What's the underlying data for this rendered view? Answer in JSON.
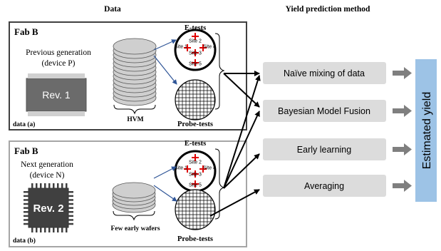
{
  "headers": {
    "data": "Data",
    "method": "Yield prediction method"
  },
  "panel_a": {
    "fab": "Fab B",
    "generation_line1": "Previous generation",
    "generation_line2": "(device P)",
    "chip": "Rev. 1",
    "wafers": "HVM",
    "etests": "E-tests",
    "probetests": "Probe-tests",
    "data_label": "data (a)"
  },
  "panel_b": {
    "fab": "Fab B",
    "generation_line1": "Next generation",
    "generation_line2": "(device N)",
    "chip": "Rev. 2",
    "wafers": "Few early wafers",
    "etests": "E-tests",
    "probetests": "Probe-tests",
    "data_label": "data (b)"
  },
  "sites": [
    "Site 2",
    "Site 1",
    "Site 4",
    "Site 3",
    "Site 5"
  ],
  "methods": [
    "Naïve mixing of data",
    "Bayesian Model Fusion",
    "Early learning",
    "Averaging"
  ],
  "output": "Estimated yield",
  "colors": {
    "method_box": "#dcdcdc",
    "output_box": "#9dc3e6",
    "chip_a": "#6b6b6b",
    "chip_b": "#404040",
    "wafer": "#cfcfcf",
    "site_marker": "#e00000",
    "blue_arrow": "#2f5597",
    "grey_arrow": "#7f7f7f"
  }
}
